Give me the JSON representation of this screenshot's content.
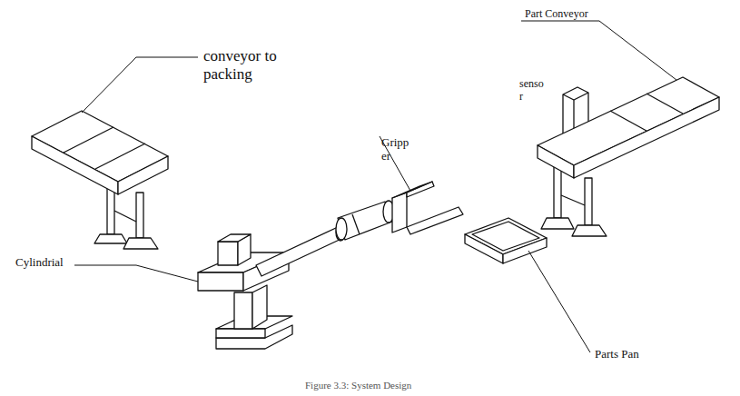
{
  "diagram": {
    "caption": "Figure 3.3: System Design",
    "labels": [
      "conveyor to packing",
      "Part Conveyor",
      "senso r",
      "Gripp er",
      "Cylindrial",
      "Parts Pan"
    ]
  }
}
